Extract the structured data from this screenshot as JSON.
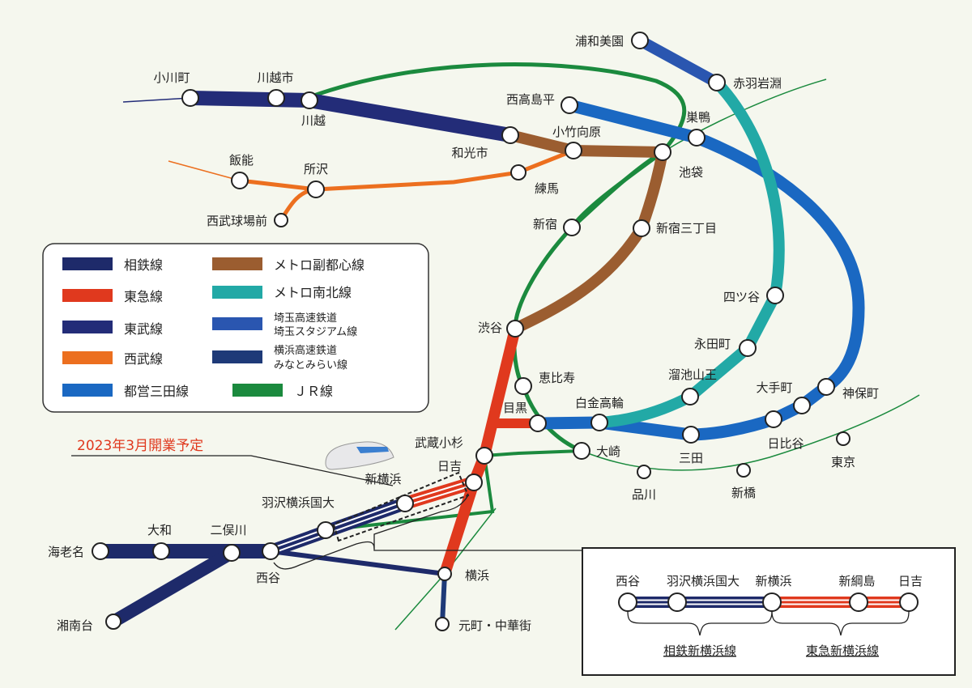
{
  "title": "2023年3月開業予定",
  "colors": {
    "sotetsu": "#1e2a6a",
    "tokyu": "#e0391e",
    "tobu": "#232c78",
    "seibu": "#ec6f1f",
    "mita": "#1a68c2",
    "fukutoshin": "#9b5d30",
    "namboku": "#22a9a6",
    "saitama": "#2a56b0",
    "minatomirai": "#1e3a78",
    "jr": "#1b8a3e",
    "background": "#f5f7ee"
  },
  "legend": [
    {
      "label": "相鉄線"
    },
    {
      "label": "メトロ副都心線"
    },
    {
      "label": "東急線"
    },
    {
      "label": "メトロ南北線"
    },
    {
      "label": "東武線"
    },
    {
      "label": "埼玉高速鉄道",
      "label2": "埼玉スタジアム線"
    },
    {
      "label": "西武線"
    },
    {
      "label": "横浜高速鉄道",
      "label2": "みなとみらい線"
    },
    {
      "label": "都営三田線"
    },
    {
      "label": "ＪＲ線"
    }
  ],
  "stations": {
    "urawamisono": "浦和美園",
    "akabaneiwabuchi": "赤羽岩淵",
    "ogawamachi": "小川町",
    "kawagoeshi": "川越市",
    "kawagoe": "川越",
    "nishitakashimadaira": "西高島平",
    "sugamo": "巣鴨",
    "wakoshi": "和光市",
    "kotakemukaihara": "小竹向原",
    "ikebukuro": "池袋",
    "hanno": "飯能",
    "tokorozawa": "所沢",
    "nerima": "練馬",
    "seibukyujomae": "西武球場前",
    "shinjuku": "新宿",
    "shinjukusanchome": "新宿三丁目",
    "yotsuya": "四ツ谷",
    "shibuya": "渋谷",
    "nagatacho": "永田町",
    "tameikesanno": "溜池山王",
    "ebisu": "恵比寿",
    "jimbocho": "神保町",
    "otemachi": "大手町",
    "meguro": "目黒",
    "shirokanetakanawa": "白金高輪",
    "hibiya": "日比谷",
    "mita": "三田",
    "musashikosugi": "武蔵小杉",
    "osaki": "大崎",
    "tokyo": "東京",
    "shinagawa": "品川",
    "shimbashi": "新橋",
    "hiyoshi": "日吉",
    "shinyokohama": "新横浜",
    "hazawayokohamakokudai": "羽沢横浜国大",
    "ebina": "海老名",
    "yamato": "大和",
    "futamatagawa": "二俣川",
    "nishiya": "西谷",
    "yokohama": "横浜",
    "motomachichukagai": "元町・中華街",
    "shonandai": "湘南台"
  },
  "inset": {
    "stations": [
      "西谷",
      "羽沢横浜国大",
      "新横浜",
      "新綱島",
      "日吉"
    ],
    "line_left": "相鉄新横浜線",
    "line_right": "東急新横浜線"
  }
}
